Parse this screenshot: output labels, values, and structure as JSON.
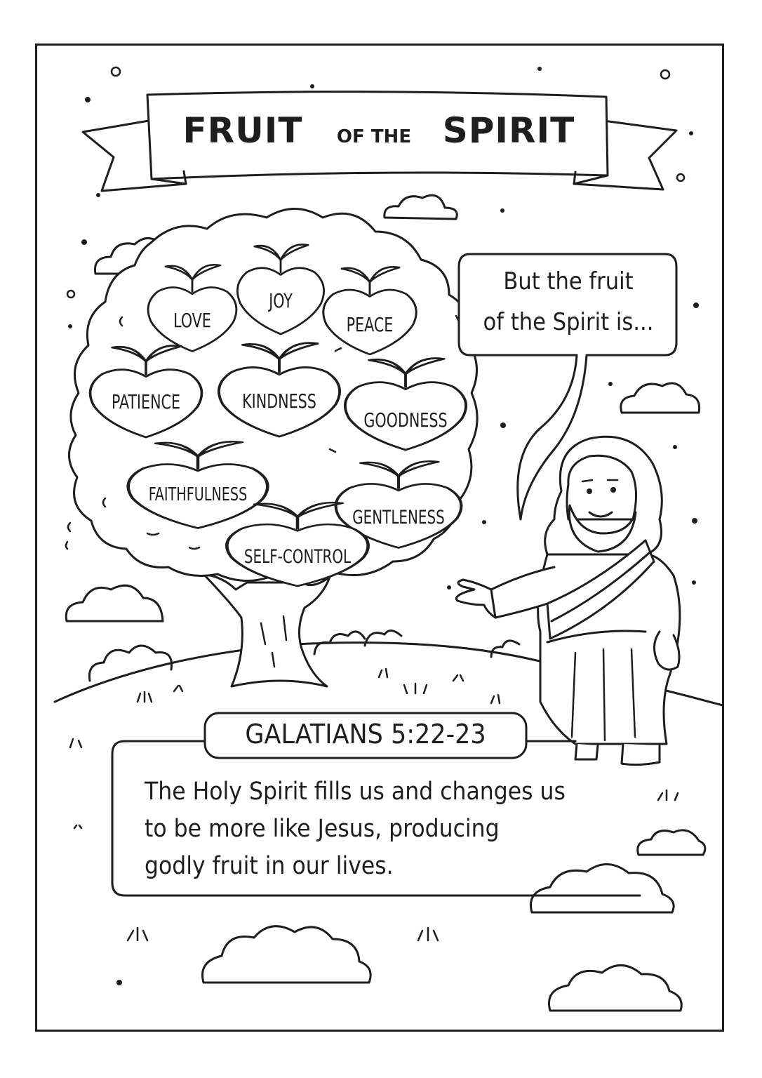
{
  "title": {
    "word1": "FRUIT",
    "small": "OF THE",
    "word2": "SPIRIT"
  },
  "fruits": [
    {
      "label": "LOVE"
    },
    {
      "label": "JOY"
    },
    {
      "label": "PEACE"
    },
    {
      "label": "PATIENCE"
    },
    {
      "label": "KINDNESS"
    },
    {
      "label": "GOODNESS"
    },
    {
      "label": "FAITHFULNESS"
    },
    {
      "label": "GENTLENESS"
    },
    {
      "label": "SELF-CONTROL"
    }
  ],
  "speech_bubble": {
    "line1": "But the fruit",
    "line2": "of the Spirit is..."
  },
  "reference": "GALATIANS 5:22-23",
  "caption": {
    "line1": "The Holy Spirit fills us and changes us",
    "line2": "to be more like Jesus, producing",
    "line3": "godly fruit in our lives."
  },
  "style": {
    "ink": "#1e1e1e",
    "paper": "#ffffff"
  }
}
